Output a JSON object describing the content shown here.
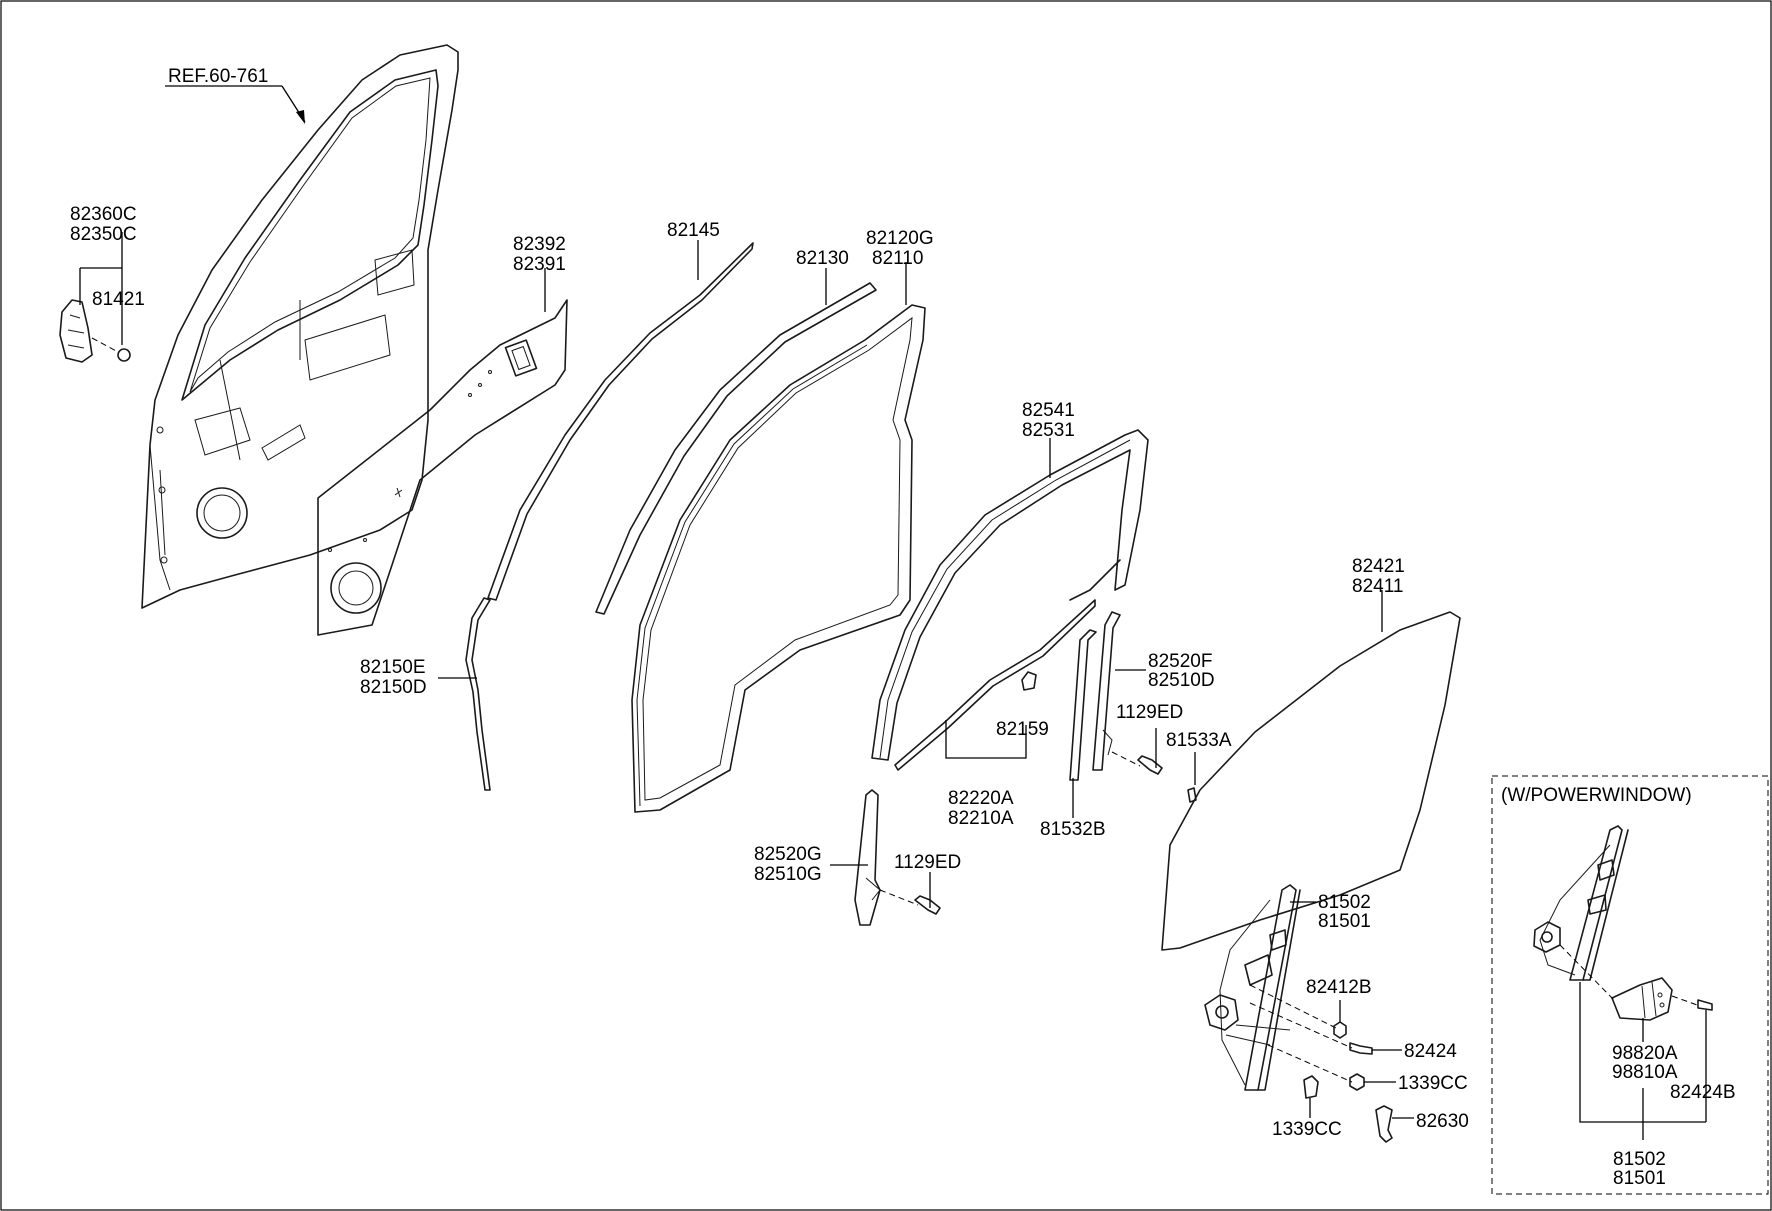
{
  "diagram": {
    "ref_label": "REF.60-761",
    "power_window_box_label": "(W/POWERWINDOW)",
    "labels": {
      "p82360C": "82360C",
      "p82350C": "82350C",
      "p81421": "81421",
      "p82392": "82392",
      "p82391": "82391",
      "p82145": "82145",
      "p82130": "82130",
      "p82120G": "82120G",
      "p82110": "82110",
      "p82150E": "82150E",
      "p82150D": "82150D",
      "p82541": "82541",
      "p82531": "82531",
      "p82159": "82159",
      "p82220A": "82220A",
      "p82210A": "82210A",
      "p82520F": "82520F",
      "p82510D": "82510D",
      "p1129ED_a": "1129ED",
      "p81533A": "81533A",
      "p81532B": "81532B",
      "p82520G": "82520G",
      "p82510G": "82510G",
      "p1129ED_b": "1129ED",
      "p82421": "82421",
      "p82411": "82411",
      "p81502_a": "81502",
      "p81501_a": "81501",
      "p82412B": "82412B",
      "p82424": "82424",
      "p1339CC_a": "1339CC",
      "p1339CC_b": "1339CC",
      "p82630": "82630",
      "p98820A": "98820A",
      "p98810A": "98810A",
      "p82424B": "82424B",
      "p81502_b": "81502",
      "p81501_b": "81501"
    }
  }
}
